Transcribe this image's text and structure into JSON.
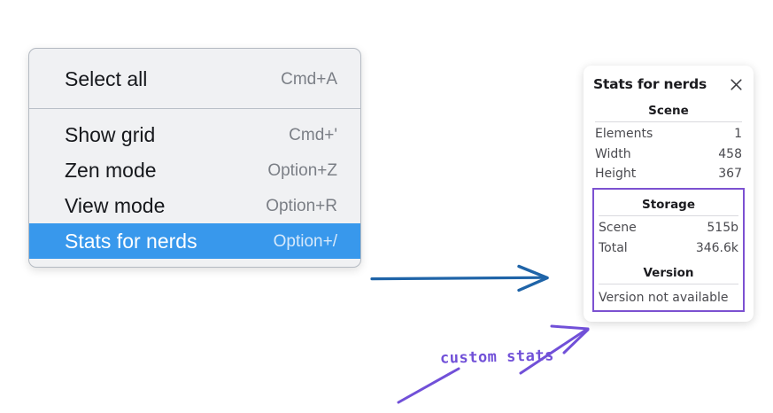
{
  "context_menu": {
    "sections": [
      {
        "items": [
          {
            "label": "Select all",
            "shortcut": "Cmd+A",
            "selected": false
          }
        ]
      },
      {
        "items": [
          {
            "label": "Show grid",
            "shortcut": "Cmd+'",
            "selected": false
          },
          {
            "label": "Zen mode",
            "shortcut": "Option+Z",
            "selected": false
          },
          {
            "label": "View mode",
            "shortcut": "Option+R",
            "selected": false
          },
          {
            "label": "Stats for nerds",
            "shortcut": "Option+/",
            "selected": true
          }
        ]
      }
    ],
    "highlight_color": "#3898ec"
  },
  "stats_panel": {
    "title": "Stats for nerds",
    "close_icon": "close-icon",
    "scene": {
      "section_title": "Scene",
      "rows": [
        {
          "key": "Elements",
          "value": "1"
        },
        {
          "key": "Width",
          "value": "458"
        },
        {
          "key": "Height",
          "value": "367"
        }
      ]
    },
    "storage": {
      "section_title": "Storage",
      "rows": [
        {
          "key": "Scene",
          "value": "515b"
        },
        {
          "key": "Total",
          "value": "346.6k"
        }
      ]
    },
    "version": {
      "section_title": "Version",
      "text": "Version not available"
    },
    "highlight_border_color": "#7c51d1"
  },
  "annotations": {
    "blue_arrow": {
      "icon": "arrow-right-icon",
      "color": "#1f64a8"
    },
    "purple_note": {
      "text": "custom stats",
      "color": "#7150d8"
    }
  }
}
